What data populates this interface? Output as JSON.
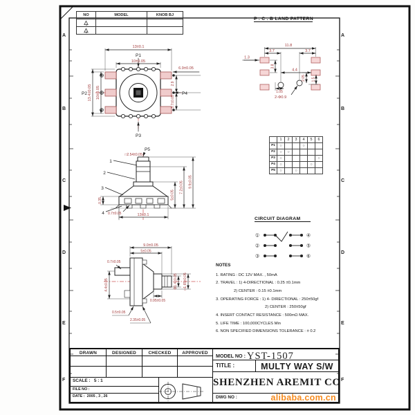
{
  "colors": {
    "dim_text": "#a23b3b",
    "centerline_red": "#cc5555",
    "watermark_orange": "#f68b1f",
    "line": "#1c1c1c"
  },
  "sheet": {
    "zone_letters": [
      "A",
      "B",
      "C",
      "D",
      "E",
      "F"
    ]
  },
  "rev_table": {
    "headers": {
      "no": "NO",
      "model": "MODEL",
      "knob": "KNOB BJ"
    },
    "rows": [
      {
        "mark": "1"
      },
      {
        "mark": "2"
      }
    ]
  },
  "top_view": {
    "dim_width_outer": "13±0.1",
    "label_p1": "P1",
    "dim_width_inner": "10±0.05",
    "dim_height_outer": "13.4±0.05",
    "dim_height_inner": "10±0.05",
    "label_p2": "P2",
    "label_p3": "P3",
    "label_p4": "P4",
    "dim_right_top": "6.9±0.05",
    "dim_right_mid": "2.9",
    "dim_right_bottom": "3.7±0.05"
  },
  "pcb_pattern": {
    "title": "P . C . B LAND PATTERN",
    "dim_total_width": "11.8",
    "dim_left_pitch": "3.7",
    "dim_right_pitch": "3.7",
    "dim_pad_offset": "1.3",
    "dim_row_pitch1": "3.8",
    "dim_mid_width": "4.4",
    "dim_row_pitch2": "2.05",
    "dim_hole_offset": "1.5",
    "dim_hole_pitch": "1.05",
    "dim_holes": "2-Φ0.9"
  },
  "function_table": {
    "col_headers": [
      "1",
      "2",
      "3",
      "4",
      "5",
      "6"
    ],
    "rows": [
      {
        "label": "P1",
        "cells": [
          "○",
          "",
          "",
          "○",
          "",
          ""
        ]
      },
      {
        "label": "P2",
        "cells": [
          "○",
          "○",
          "",
          "",
          "",
          ""
        ]
      },
      {
        "label": "P3",
        "cells": [
          "○",
          "",
          "",
          "",
          "",
          "○"
        ]
      },
      {
        "label": "P4",
        "cells": [
          "○",
          "",
          "",
          "",
          "○",
          ""
        ]
      },
      {
        "label": "P5",
        "cells": [
          "○",
          "",
          "○",
          "",
          "",
          ""
        ]
      }
    ]
  },
  "side_view": {
    "label_p5": "P5",
    "dim_shaft": "□2.54±0.05",
    "balloons": [
      "1",
      "2",
      "3",
      "4"
    ],
    "dim_h_inner": "5±0.05",
    "dim_h_mid": "7.2±0.05",
    "dim_h_outer": "9.9±0.05",
    "dim_left": "0.35",
    "dim_standoff": "0.7±0.05",
    "dim_width": "13±0.1"
  },
  "profile_view": {
    "dim_total": "9.0±0.05",
    "dim_body": "5±0.05",
    "dim_tab": "0.7±0.05",
    "dim_span": "4.4±0.05",
    "dim_hub": "0.95±0.05",
    "dim_plate": "0.5±0.05",
    "dim_base": "2.35±0.05",
    "dim_shaft_dia": "Φ1.4±0.05",
    "dim_hub_sq": "□1.65±0.05"
  },
  "circuit": {
    "title": "CIRCUIT DIAGRAM",
    "left_terminals": [
      "①",
      "②",
      "③"
    ],
    "right_terminals": [
      "④",
      "⑤",
      "⑥"
    ]
  },
  "notes": {
    "title": "NOTES",
    "items": [
      "1. RATING : DC 12V MAX. , 50mA",
      "2. TRAVEL : 1) 4-DIRECTIONAL : 0.25 ±0.1mm",
      "2) CENTER : 0.15 ±0.1mm",
      "3. OPERATING FORCE : 1) 4- DIRECTIONAL : 250±50gf",
      "2) CENTER : 250±50gf",
      "4. INSERT CONTACT RESISTANCE : 500mΩ  MAX.",
      "5. LIFE TIME : 100,000CYCLES Min",
      "6. NON SPECIFIED DIMENSIONS TOLERANCE : ± 0.2"
    ]
  },
  "title_block": {
    "drawn": "DRAWN",
    "designed": "DESIGNED",
    "checked": "CHECKED",
    "approved": "APPROVED",
    "model_no_label": "MODEL NO :",
    "model_no": "YST-1507",
    "title_label": "TITLE :",
    "title": "MULTY WAY S/W",
    "scale_label": "SCALE :",
    "scale": "5 : 1",
    "file_no_label": "FILE NO :",
    "date_label": "DATE :",
    "date_value": "2005 , 3 , 26",
    "company": "SHENZHEN AREMIT CO. , LTD",
    "dwg_no_label": "DWG NO :",
    "watermark": "alibaba.com.cn"
  }
}
